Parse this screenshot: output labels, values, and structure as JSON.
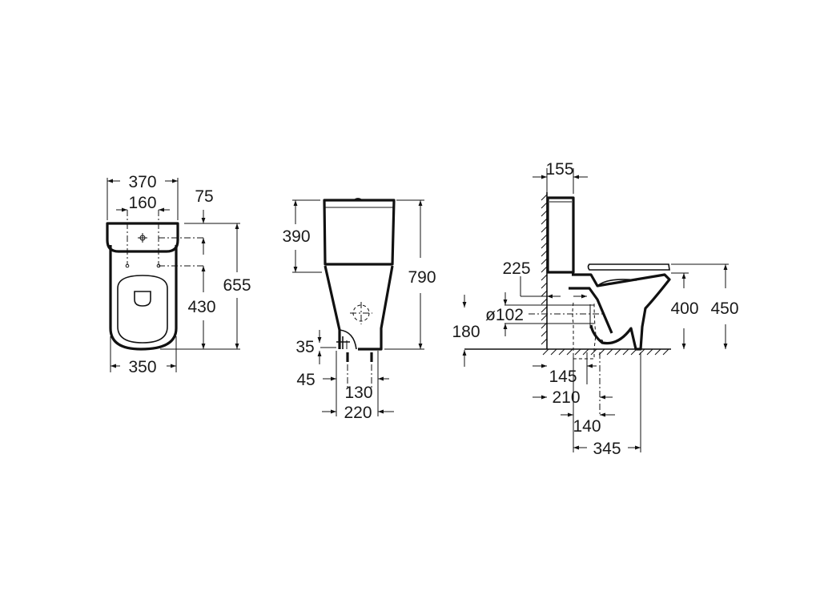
{
  "drawing": {
    "type": "technical dimension drawing",
    "subject": "close-coupled toilet",
    "units": "mm",
    "top_view": {
      "dimensions": {
        "overall_width": "370",
        "fixing_hole_spacing": "160",
        "tank_inlet_offset": "75",
        "overall_depth": "655",
        "fixing_to_front": "430",
        "bowl_width": "350"
      }
    },
    "front_view": {
      "dimensions": {
        "tank_height": "390",
        "overall_height": "790",
        "water_inlet_height": "35",
        "inlet_side_offset": "45",
        "fixing_spacing": "130",
        "base_width": "220"
      }
    },
    "side_view": {
      "dimensions": {
        "tank_depth": "155",
        "wall_to_outlet": "225",
        "outlet_diameter": "ø102",
        "outlet_height": "180",
        "seat_height": "400",
        "overall_seat_height": "450",
        "floor_outlet_min": "145",
        "floor_outlet_max": "210",
        "floor_outlet_range": "140",
        "wall_to_front": "345"
      }
    }
  }
}
